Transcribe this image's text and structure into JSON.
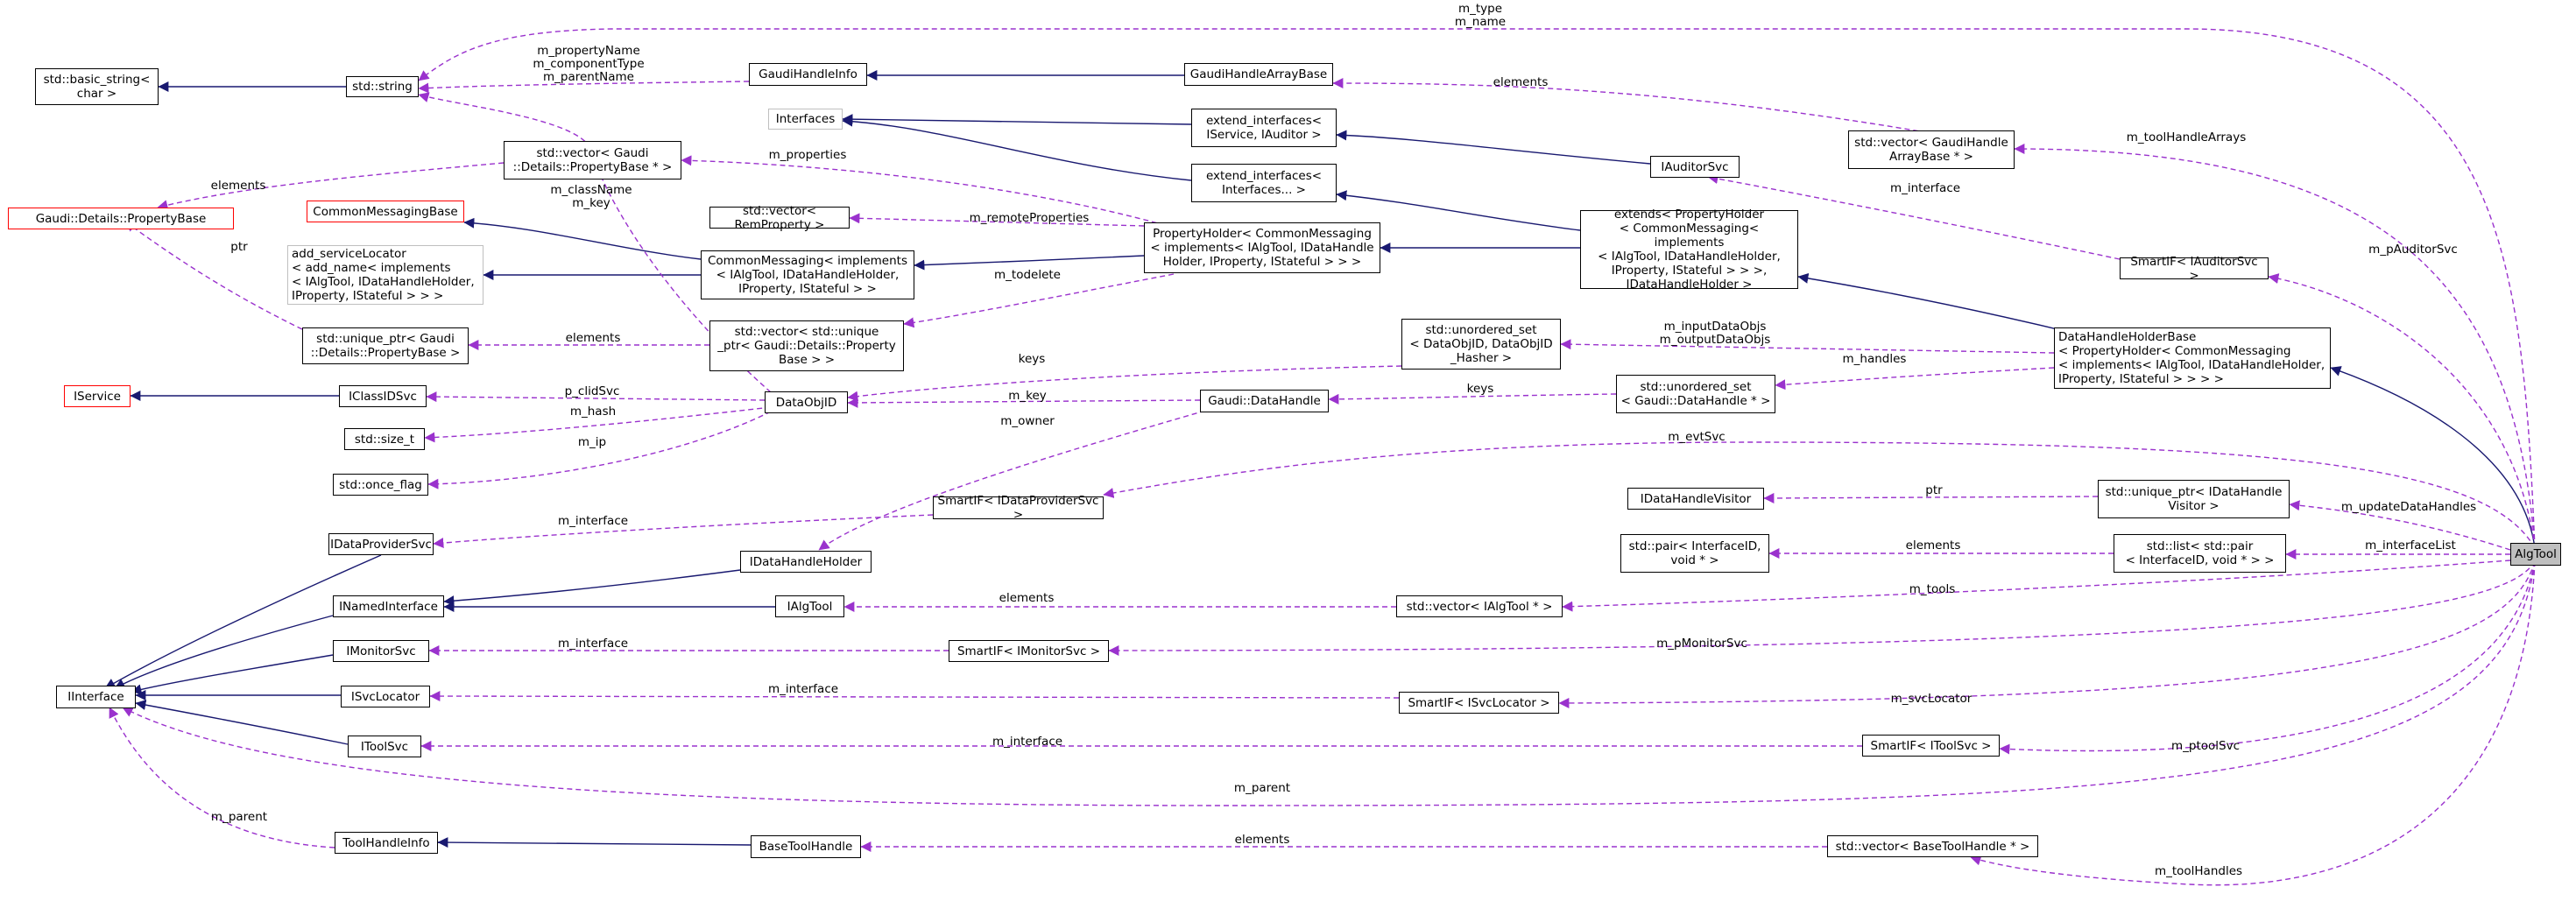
{
  "nodes": {
    "basic_string": "std::basic_string<\nchar >",
    "string": "std::string",
    "property_base": "Gaudi::Details::PropertyBase",
    "gaudi_handle_info": "GaudiHandleInfo",
    "gaudi_handle_array_base": "GaudiHandleArrayBase",
    "interfaces": "Interfaces",
    "vector_property_base": "std::vector< Gaudi\n::Details::PropertyBase * >",
    "extend_iservice_iauditor": "extend_interfaces<\nIService, IAuditor >",
    "extend_interfaces": "extend_interfaces<\nInterfaces... >",
    "vector_gaudi_handle_array": "std::vector< GaudiHandle\nArrayBase * >",
    "iauditor_svc": "IAuditorSvc",
    "common_messaging_base": "CommonMessagingBase",
    "vector_remote_property": "std::vector< RemProperty >",
    "property_holder": "PropertyHolder< CommonMessaging\n< implements< IAlgTool, IDataHandle\nHolder, IProperty, IStateful > > >",
    "extends_property_holder": "extends< PropertyHolder\n< CommonMessaging< implements\n< IAlgTool, IDataHandleHolder,\nIProperty, IStateful > > >,\nIDataHandleHolder >",
    "smartif_iauditor": "SmartIF< IAuditorSvc >",
    "add_service_locator": "add_serviceLocator\n< add_name< implements\n< IAlgTool, IDataHandleHolder,\nIProperty, IStateful > > >",
    "common_messaging": "CommonMessaging< implements\n< IAlgTool, IDataHandleHolder,\nIProperty, IStateful > >",
    "unique_ptr_property_base": "std::unique_ptr< Gaudi\n::Details::PropertyBase >",
    "vector_unique_ptr_property": "std::vector< std::unique\n_ptr< Gaudi::Details::Property\nBase > >",
    "unordered_set_dataobjid": "std::unordered_set\n< DataObjID, DataObjID\n_Hasher >",
    "data_handle_holder_base": "DataHandleHolderBase\n< PropertyHolder< CommonMessaging\n< implements< IAlgTool, IDataHandleHolder,\nIProperty, IStateful > > > >",
    "iservice": "IService",
    "iclass_id_svc": "IClassIDSvc",
    "data_obj_id": "DataObjID",
    "gaudi_data_handle": "Gaudi::DataHandle",
    "unordered_set_data_handle": "std::unordered_set\n< Gaudi::DataHandle * >",
    "size_t": "std::size_t",
    "once_flag": "std::once_flag",
    "smartif_idataprovider": "SmartIF< IDataProviderSvc >",
    "idata_handle_visitor": "IDataHandleVisitor",
    "unique_ptr_visitor": "std::unique_ptr< IDataHandle\nVisitor >",
    "idataprovider_svc": "IDataProviderSvc",
    "idata_handle_holder": "IDataHandleHolder",
    "pair_interface": "std::pair< InterfaceID,\nvoid * >",
    "list_pair": "std::list< std::pair\n< InterfaceID, void * > >",
    "alg_tool": "AlgTool",
    "inamed_interface": "INamedInterface",
    "ialg_tool": "IAlgTool",
    "vector_ialg_tool": "std::vector< IAlgTool * >",
    "imonitor_svc": "IMonitorSvc",
    "smartif_imonitor": "SmartIF< IMonitorSvc >",
    "iinterface": "IInterface",
    "isvc_locator": "ISvcLocator",
    "smartif_isvclocator": "SmartIF< ISvcLocator >",
    "itool_svc": "IToolSvc",
    "smartif_itoolsvc": "SmartIF< IToolSvc >",
    "tool_handle_info": "ToolHandleInfo",
    "base_tool_handle": "BaseToolHandle",
    "vector_base_tool_handle": "std::vector< BaseToolHandle * >"
  },
  "edge_labels": {
    "m_type_name": "m_type\nm_name",
    "property_component_parent": "m_propertyName\nm_componentType\nm_parentName",
    "elements_gaudi_handle": "elements",
    "m_tool_handle_arrays": "m_toolHandleArrays",
    "elements_property_base": "elements",
    "m_properties": "m_properties",
    "m_classname_key": "m_className\nm_key",
    "m_interface_auditor": "m_interface",
    "m_remote_properties": "m_remoteProperties",
    "m_pauditor_svc": "m_pAuditorSvc",
    "ptr_property_base": "ptr",
    "m_todelete": "m_todelete",
    "m_input_output": "m_inputDataObjs\nm_outputDataObjs",
    "elements_unique_ptr": "elements",
    "keys_dataobjid": "keys",
    "m_handles": "m_handles",
    "p_clidsvc": "p_clidSvc",
    "m_key": "m_key",
    "keys_data_handle": "keys",
    "m_hash": "m_hash",
    "m_owner": "m_owner",
    "m_ip": "m_ip",
    "m_evtsvc": "m_evtSvc",
    "ptr_visitor": "ptr",
    "m_update_data_handles": "m_updateDataHandles",
    "m_interface_dataprovider": "m_interface",
    "elements_pair": "elements",
    "m_interface_list": "m_interfaceList",
    "elements_ialg_tool": "elements",
    "m_tools": "m_tools",
    "m_interface_monitor": "m_interface",
    "m_pmonitor_svc": "m_pMonitorSvc",
    "m_interface_svclocator": "m_interface",
    "m_svc_locator": "m_svcLocator",
    "m_interface_toolsvc": "m_interface",
    "m_ptool_svc": "m_ptoolSvc",
    "m_parent_alg": "m_parent",
    "m_parent_toolinfo": "m_parent",
    "elements_base_tool_handle": "elements",
    "m_tool_handles": "m_toolHandles"
  },
  "colors": {
    "inheritance": "#191970",
    "usage": "#9a32cd",
    "missing_node_border": "#ff0000",
    "undocumented_node_border": "#bfbfbf",
    "selected_node_fill": "#bfbfbf"
  }
}
